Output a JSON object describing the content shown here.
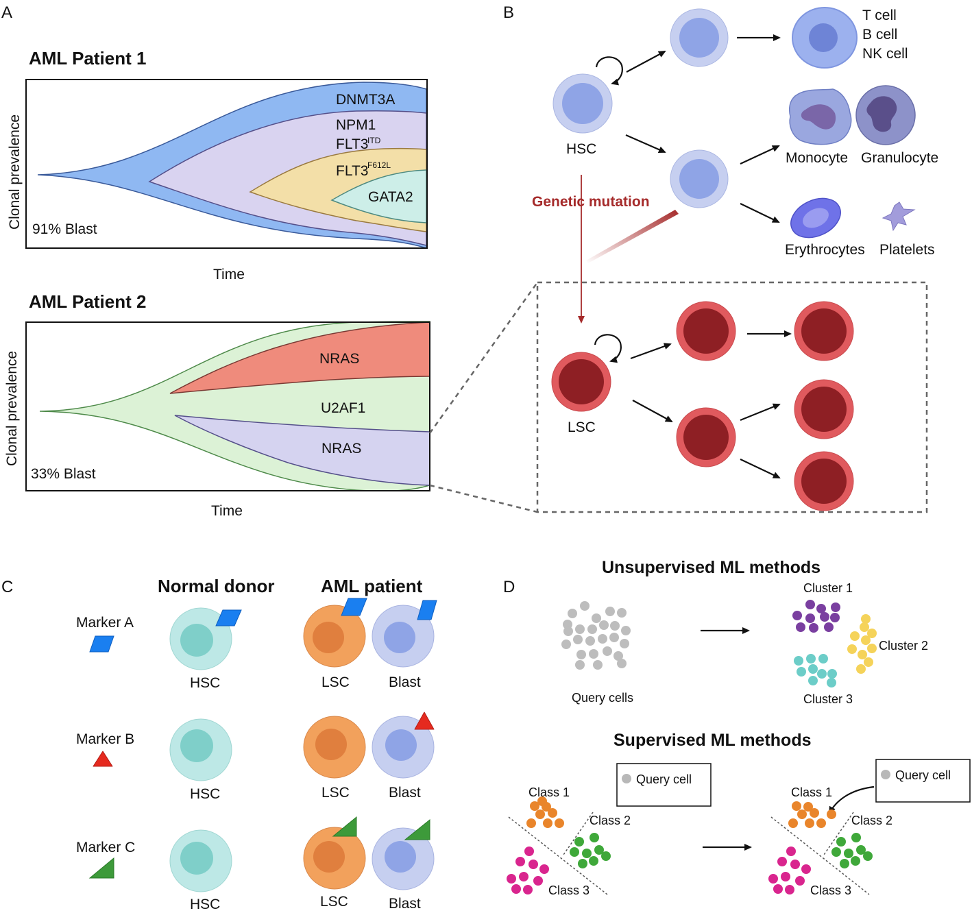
{
  "panels": {
    "a": "A",
    "b": "B",
    "c": "C",
    "d": "D"
  },
  "panel_a": {
    "patient1": {
      "title": "AML Patient 1",
      "ylabel": "Clonal prevalence",
      "xlabel": "Time",
      "blast": "91% Blast",
      "clones": [
        "DNMT3A",
        "NPM1",
        "FLT3",
        "ITD",
        "FLT3",
        "F612L",
        "GATA2"
      ]
    },
    "patient2": {
      "title": "AML Patient 2",
      "ylabel": "Clonal prevalence",
      "xlabel": "Time",
      "blast": "33% Blast",
      "clones": [
        "NRAS",
        "U2AF1",
        "NRAS"
      ]
    }
  },
  "panel_b": {
    "hsc": "HSC",
    "lsc": "LSC",
    "mutation": "Genetic mutation",
    "lymphoid": [
      "T cell",
      "B cell",
      "NK cell"
    ],
    "myeloid": [
      "Monocyte",
      "Granulocyte"
    ],
    "erythroid": [
      "Erythrocytes",
      "Platelets"
    ]
  },
  "panel_c": {
    "normal": "Normal donor",
    "aml": "AML patient",
    "markers": [
      "Marker A",
      "Marker B",
      "Marker C"
    ],
    "hsc": "HSC",
    "lsc": "LSC",
    "blast": "Blast"
  },
  "panel_d": {
    "unsupervised": "Unsupervised ML methods",
    "supervised": "Supervised ML methods",
    "query_cells": "Query cells",
    "clusters": [
      "Cluster 1",
      "Cluster 2",
      "Cluster 3"
    ],
    "query_cell": "Query  cell",
    "query_cell2": "Query cell",
    "classes": [
      "Class 1",
      "Class 2",
      "Class 3"
    ]
  },
  "colors": {
    "dnmt3a": "#8fb8f2",
    "npm1": "#d9d3f0",
    "flt3": "#f3dfa8",
    "gata2": "#cdeee8",
    "green": "#dcf2d6",
    "nras": "#ef8b7c",
    "purple": "#d5d3f0",
    "hsc_outer": "#c6cff0",
    "hsc_inner": "#8fa4e6",
    "lsc_outer": "#e05a5e",
    "lsc_inner": "#8e1f24",
    "teal_outer": "#bde8e6",
    "teal_inner": "#7fcfc9",
    "orange_outer": "#f2a15c",
    "orange_inner": "#e07f3e",
    "marker_a": "#1a7ff0",
    "marker_b": "#e52a1f",
    "marker_c": "#3d9a3a",
    "mutation": "#a52a2a"
  }
}
